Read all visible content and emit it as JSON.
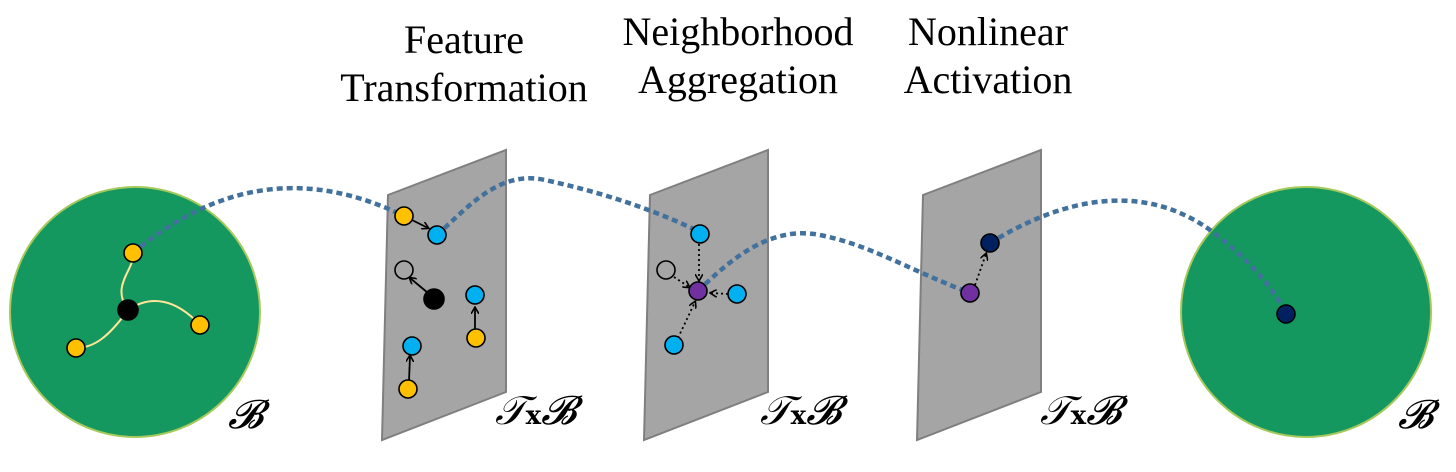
{
  "steps": [
    {
      "line1": "Feature",
      "line2": "Transformation"
    },
    {
      "line1": "Neighborhood",
      "line2": "Aggregation"
    },
    {
      "line1": "Nonlinear",
      "line2": "Activation"
    }
  ],
  "labels": {
    "manifold": "𝓑",
    "tangent_prefix": "𝒯",
    "tangent_sub": "x",
    "tangent_suffix": "𝓑"
  },
  "colors": {
    "disk_fill": "#14985f",
    "disk_stroke": "#a6c95b",
    "plane_fill": "#a5a5a5",
    "plane_stroke": "#7f7f7f",
    "node_yellow": "#ffc000",
    "node_cyan": "#00b0f0",
    "node_black": "#000000",
    "node_gray": "#a5a5a5",
    "node_purple": "#7030a0",
    "node_navy": "#002060",
    "edge_yellow": "#ffe699",
    "path_blue": "#41719c"
  }
}
